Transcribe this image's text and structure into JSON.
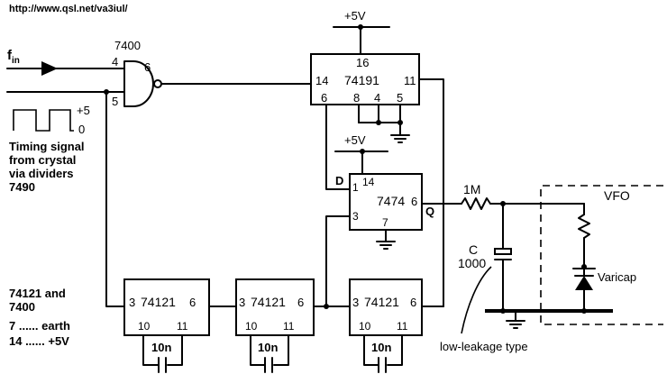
{
  "url": "http://www.qsl.net/va3iul/",
  "supply": {
    "plus5v": "+5V",
    "plus5": "+5",
    "zero": "0"
  },
  "fin": {
    "main": "f",
    "sub": "in"
  },
  "gate": {
    "part": "7400",
    "pin_in_a": "4",
    "pin_in_b": "5",
    "pin_out": "6"
  },
  "timing_note": [
    "Timing signal",
    "from crystal",
    "via dividers",
    "7490"
  ],
  "counter": {
    "part": "74191",
    "pin_vcc": "16",
    "pin_in": "14",
    "pin_out": "11",
    "pin_a": "6",
    "pin_b": "8",
    "pin_c": "4",
    "pin_d": "5"
  },
  "flipflop": {
    "part": "7474",
    "pin_d": "D",
    "pin_1": "1",
    "pin_vcc": "14",
    "pin_q": "6",
    "pin_q_label": "Q",
    "pin_clk": "3",
    "pin_gnd": "7"
  },
  "monostables": [
    {
      "part": "74121",
      "pin_in": "3",
      "pin_out": "6",
      "pin_a": "10",
      "pin_b": "11",
      "cap": "10n"
    },
    {
      "part": "74121",
      "pin_in": "3",
      "pin_out": "6",
      "pin_a": "10",
      "pin_b": "11",
      "cap": "10n"
    },
    {
      "part": "74121",
      "pin_in": "3",
      "pin_out": "6",
      "pin_a": "10",
      "pin_b": "11",
      "cap": "10n"
    }
  ],
  "power_note": [
    "74121 and",
    "7400",
    "7 ...... earth",
    "14 ...... +5V"
  ],
  "resistor": "1M",
  "capacitor": [
    "C",
    "1000"
  ],
  "leakage_note": "low-leakage type",
  "vfo": {
    "label": "VFO",
    "varicap": "Varicap"
  }
}
